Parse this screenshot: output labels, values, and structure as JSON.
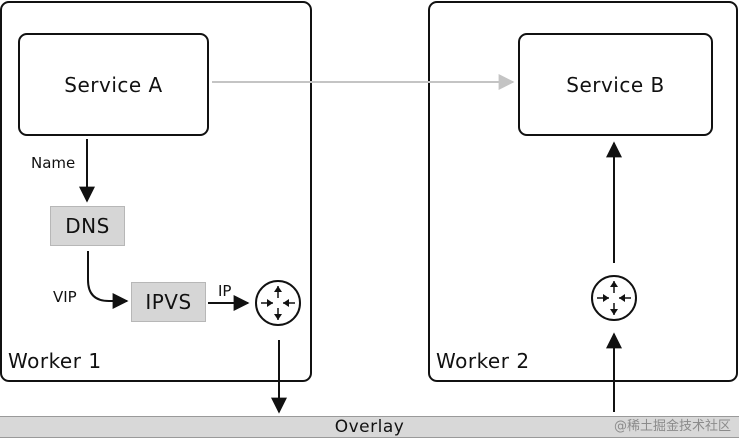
{
  "nodes": {
    "worker1": {
      "label": "Worker 1"
    },
    "worker2": {
      "label": "Worker 2"
    },
    "service_a": {
      "label": "Service A"
    },
    "service_b": {
      "label": "Service B"
    },
    "dns": {
      "label": "DNS"
    },
    "ipvs": {
      "label": "IPVS"
    },
    "overlay": {
      "label": "Overlay"
    }
  },
  "edge_labels": {
    "name": "Name",
    "vip": "VIP",
    "ip": "IP"
  },
  "icons": {
    "router": "router-icon"
  },
  "colors": {
    "stroke": "#111111",
    "gray_box": "#d6d6d6",
    "overlay_bar": "#d8d8d8",
    "light_arrow": "#c4c4c4"
  },
  "watermark": "@稀土掘金技术社区"
}
